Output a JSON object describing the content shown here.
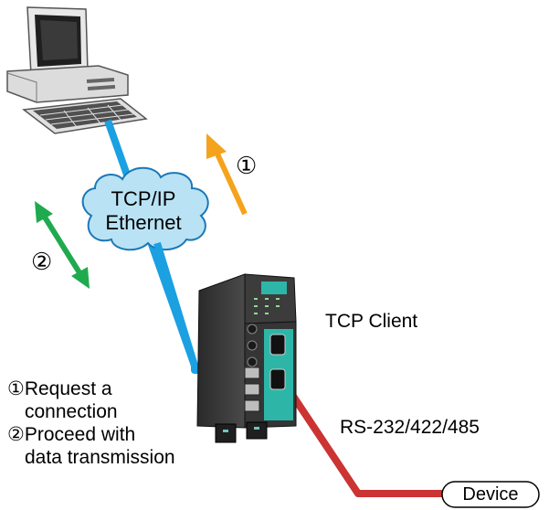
{
  "network": {
    "cloud_line1": "TCP/IP",
    "cloud_line2": "Ethernet"
  },
  "steps": {
    "marker1": "①",
    "marker2": "②"
  },
  "server": {
    "mode_label": "TCP Client",
    "serial_label": "RS-232/422/485"
  },
  "legend": {
    "line1": "①Request a",
    "line2": "connection",
    "line3": "②Proceed with",
    "line4": "data transmission"
  },
  "device": {
    "label": "Device"
  },
  "colors": {
    "ethernet_cable": "#1ba0e2",
    "serial_cable": "#cc3333",
    "request_arrow": "#f5a31c",
    "data_arrow": "#1faa4e",
    "cloud_fill": "#b9e3f5"
  }
}
